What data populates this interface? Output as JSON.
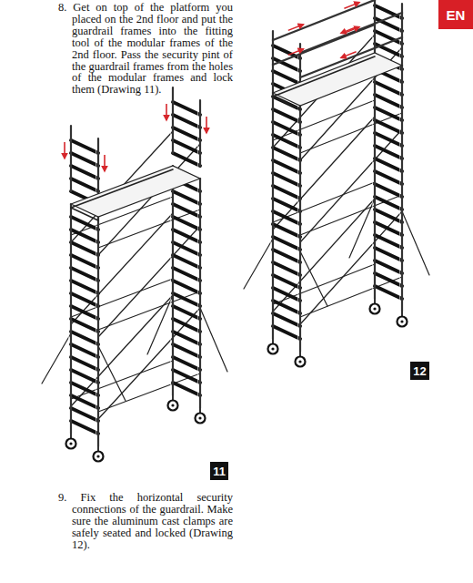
{
  "diagram": {
    "nodes": [
      {
        "text": [
          "EN"
        ]
      },
      {
        "text": [
          "12"
        ]
      },
      {
        "text": [
          "11"
        ]
      }
    ],
    "labels": [
      "8. Get on top of the platform you placed on the 2nd floor and put the guardrail frames into the fitting tool of the modular frames of the 2nd floor. Pass the security pint of the guardrail frames from the holes of the modular frames and lock them (Drawing 11).",
      "9. Fix the horizontal security connections of the guardrail. Make sure the aluminum cast clamps are safely seated and locked (Drawing 12)."
    ]
  }
}
